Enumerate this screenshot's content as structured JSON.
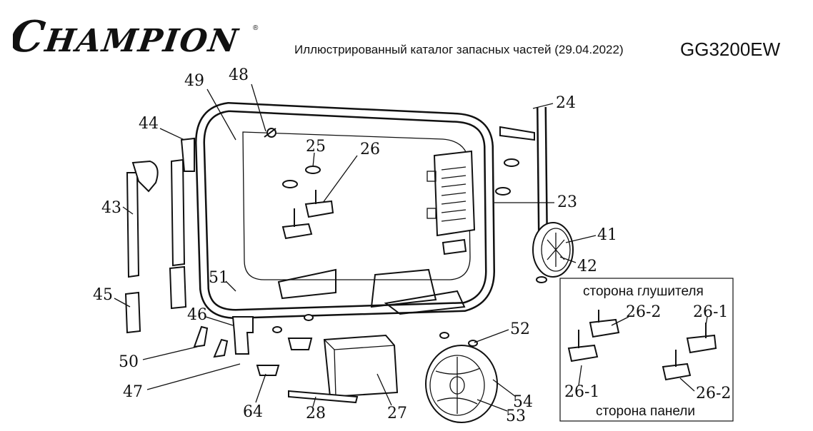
{
  "header": {
    "brand": "CHAMPION",
    "catalog_caption": "Иллюстрированный каталог запасных частей (29.04.2022)",
    "model": "GG3200EW"
  },
  "callouts": [
    {
      "id": "c24",
      "label": "24"
    },
    {
      "id": "c49",
      "label": "49"
    },
    {
      "id": "c48",
      "label": "48"
    },
    {
      "id": "c44",
      "label": "44"
    },
    {
      "id": "c25",
      "label": "25"
    },
    {
      "id": "c26",
      "label": "26"
    },
    {
      "id": "c23",
      "label": "23"
    },
    {
      "id": "c43",
      "label": "43"
    },
    {
      "id": "c41",
      "label": "41"
    },
    {
      "id": "c42",
      "label": "42"
    },
    {
      "id": "c51",
      "label": "51"
    },
    {
      "id": "c45",
      "label": "45"
    },
    {
      "id": "c46",
      "label": "46"
    },
    {
      "id": "c52",
      "label": "52"
    },
    {
      "id": "c50",
      "label": "50"
    },
    {
      "id": "c47",
      "label": "47"
    },
    {
      "id": "c64",
      "label": "64"
    },
    {
      "id": "c28",
      "label": "28"
    },
    {
      "id": "c27",
      "label": "27"
    },
    {
      "id": "c54",
      "label": "54"
    },
    {
      "id": "c53",
      "label": "53"
    }
  ],
  "inset": {
    "muffler_side": "сторона глушителя",
    "panel_side": "сторона панели",
    "labels": [
      "26-2",
      "26-1",
      "26-1",
      "26-2"
    ]
  }
}
